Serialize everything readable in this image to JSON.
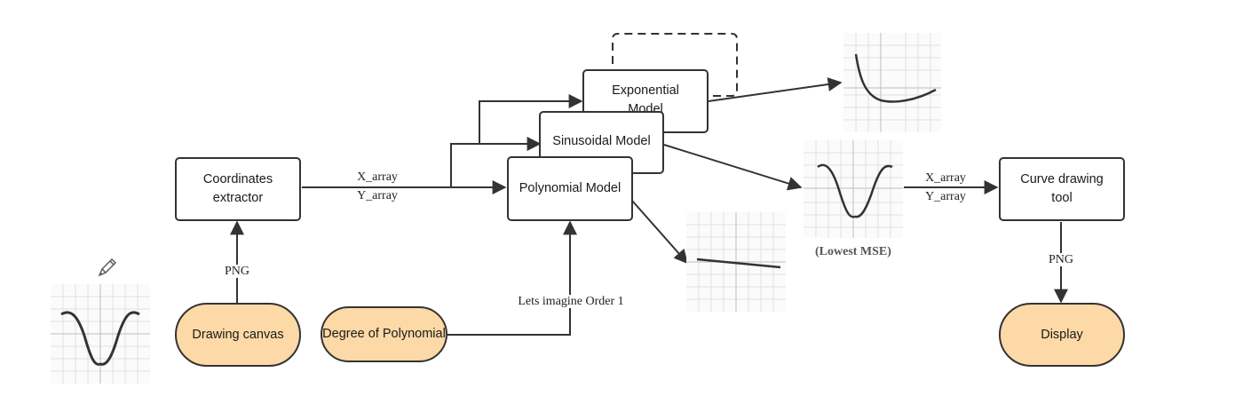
{
  "nodes": {
    "coordinates_extractor": [
      "Coordinates",
      "extractor"
    ],
    "exponential_model": [
      "Exponential",
      "Model"
    ],
    "sinusoidal_model": "Sinusoidal Model",
    "polynomial_model": "Polynomial Model",
    "curve_drawing_tool": [
      "Curve drawing",
      "tool"
    ],
    "drawing_canvas": "Drawing canvas",
    "degree_of_polynomial": [
      "Degree of",
      "Polynomial"
    ],
    "display": "Display"
  },
  "edge_labels": {
    "x_array": "X_array",
    "y_array": "Y_array",
    "x_array_2": "X_array",
    "y_array_2": "Y_array",
    "png_canvas": "PNG",
    "png_output": "PNG",
    "order_hint": "Lets imagine Order 1"
  },
  "captions": {
    "lowest_mse": "(Lowest MSE)"
  },
  "icons": {
    "pencil": "pencil-icon"
  },
  "colors": {
    "terminal_fill": "#fcd9a6",
    "stroke": "#333333"
  }
}
